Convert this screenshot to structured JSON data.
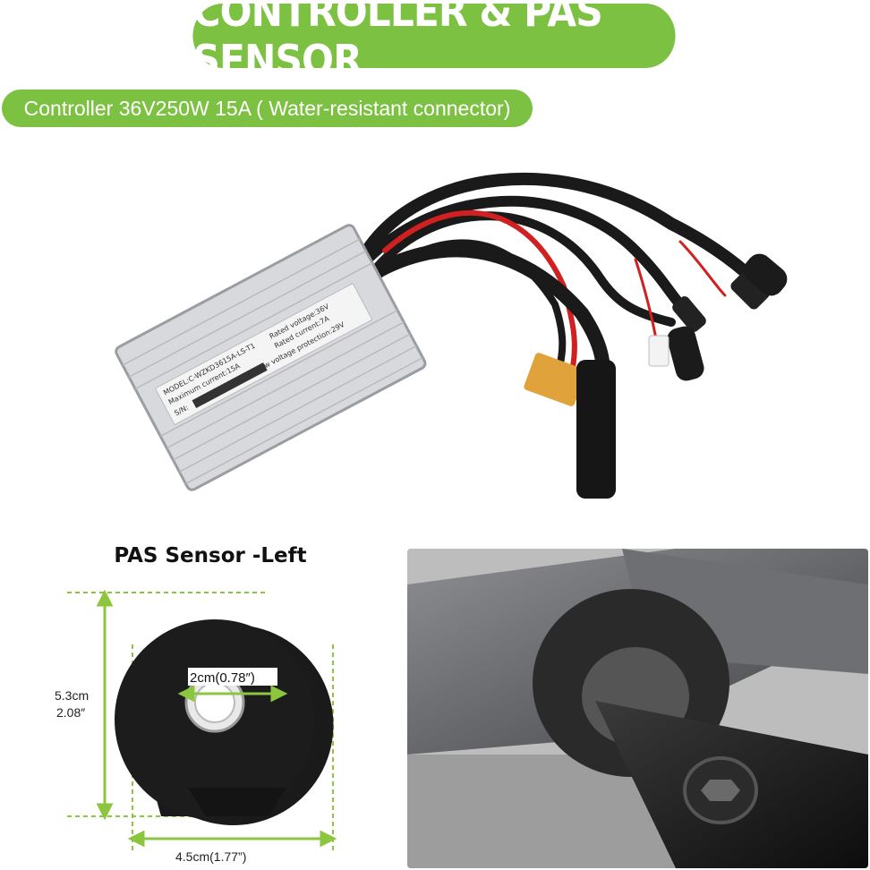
{
  "banner": {
    "title": "CONTROLLER & PAS SENSOR",
    "subtitle": "Controller 36V250W 15A ( Water-resistant connector)"
  },
  "controller_label": {
    "model": "MODEL:C-WZKD3615A-LS-T1",
    "max_current": "Maximum current:15A",
    "serial": "S/N:",
    "rated_voltage": "Rated voltage:36V",
    "rated_current": "Rated current:7A",
    "low_voltage": "Low voltage protection:29V"
  },
  "pas_sensor": {
    "title": "PAS Sensor -Left",
    "inner_dim": "2cm(0.78″)",
    "height_cm": "5.3cm",
    "height_in": "2.08″",
    "width_dim": "4.5cm(1.77”)"
  },
  "colors": {
    "brand_green": "#7cc142",
    "dim_green": "#8cc63f"
  }
}
